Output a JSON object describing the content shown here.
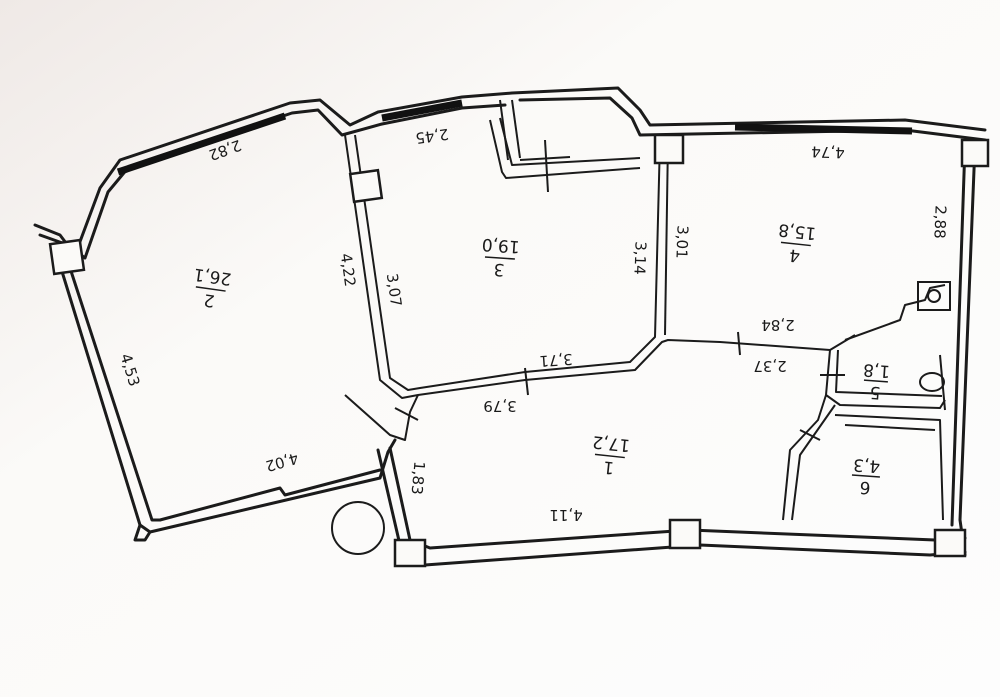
{
  "rooms": [
    {
      "number": "2",
      "area": "26,1"
    },
    {
      "number": "3",
      "area": "19,0"
    },
    {
      "number": "4",
      "area": "15,8"
    },
    {
      "number": "1",
      "area": "17,2"
    },
    {
      "number": "5",
      "area": "1,8"
    },
    {
      "number": "6",
      "area": "4,3"
    }
  ],
  "dimensions": {
    "room2_top": "2,82",
    "room2_left": "4,53",
    "room2_right": "4,22",
    "room2_bottom": "4,02",
    "room3_top": "2,45",
    "room3_left": "3,07",
    "room3_right": "3,14",
    "room3_bottom": "3,71",
    "room4_top": "4,74",
    "room4_left": "3,01",
    "room4_right": "2,88",
    "room4_bottom": "2,84",
    "room1_top": "3,79",
    "room1_left": "1,83",
    "room1_bottom": "4,11",
    "room1_top_right": "2,37"
  }
}
